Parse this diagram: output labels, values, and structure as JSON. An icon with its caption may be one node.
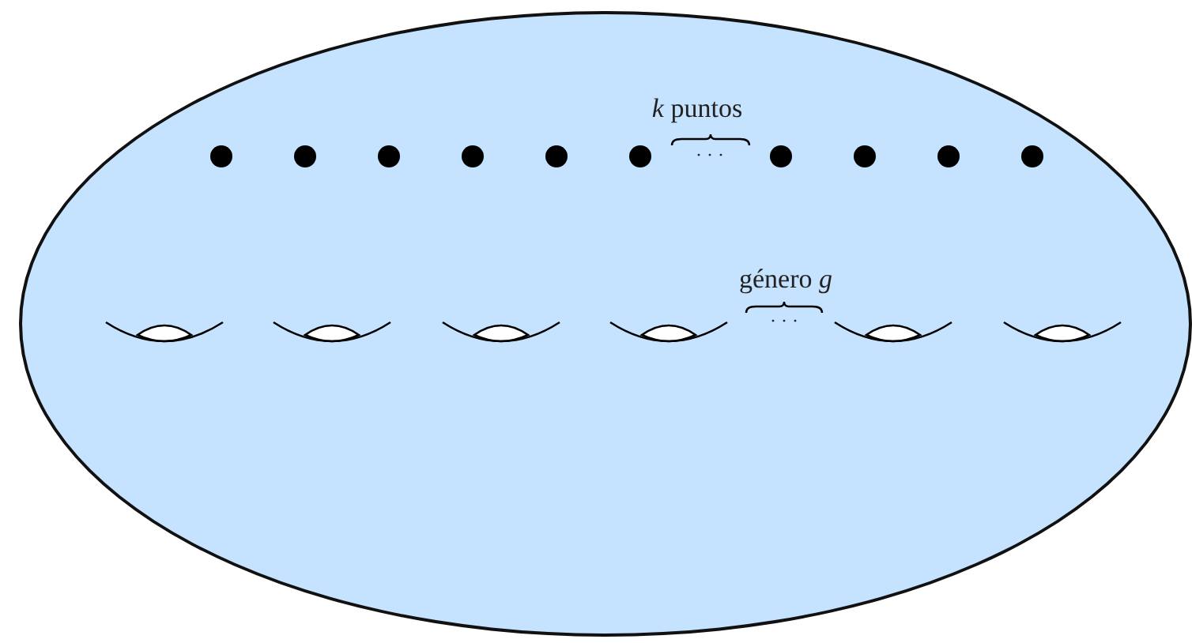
{
  "diagram": {
    "nodes": [
      {
        "text": [],
        "shape": "ellipse"
      }
    ],
    "labels": [
      "*k* puntos",
      "· · ·",
      "género *g*",
      "· · ·"
    ]
  }
}
